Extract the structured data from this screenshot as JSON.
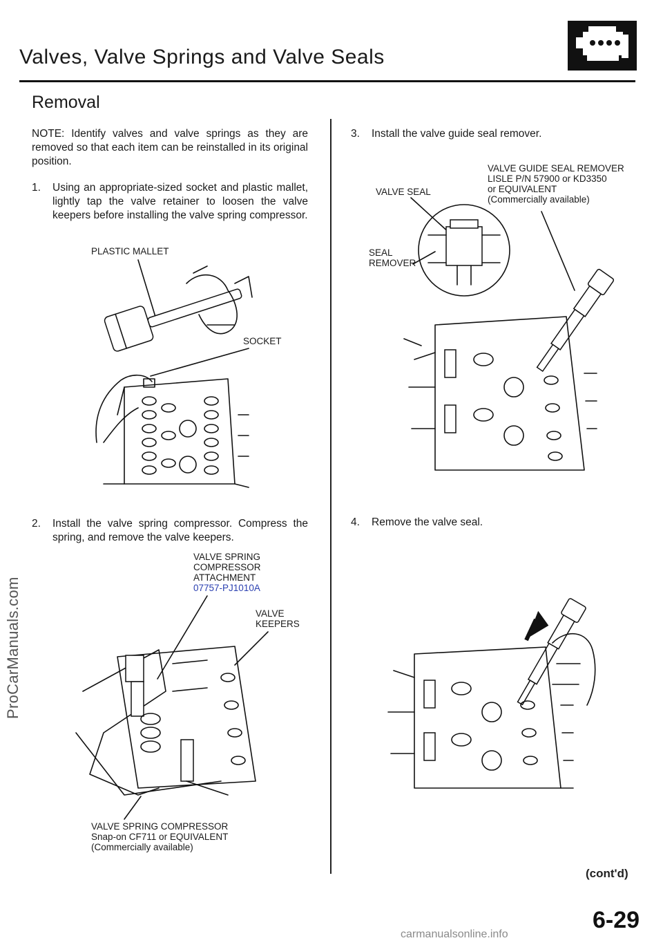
{
  "header": {
    "title": "Valves, Valve Springs and Valve Seals",
    "section": "Removal"
  },
  "left": {
    "note": "NOTE: Identify valves and valve springs as they are removed so that each item can be reinstalled in its original position.",
    "step1": {
      "num": "1.",
      "text": "Using an appropriate-sized socket and plastic mallet, lightly tap the valve retainer to loosen the valve keepers before installing the valve spring compressor."
    },
    "fig1": {
      "label_mallet": "PLASTIC MALLET",
      "label_socket": "SOCKET"
    },
    "step2": {
      "num": "2.",
      "text": "Install the valve spring compressor. Compress the spring, and remove the valve keepers."
    },
    "fig2": {
      "attach_l1": "VALVE SPRING",
      "attach_l2": "COMPRESSOR",
      "attach_l3": "ATTACHMENT",
      "attach_pn": "07757-PJ1010A",
      "keep_l1": "VALVE",
      "keep_l2": "KEEPERS",
      "comp_l1": "VALVE SPRING COMPRESSOR",
      "comp_l2": "Snap-on CF711 or EQUIVALENT",
      "comp_l3": "(Commercially available)"
    }
  },
  "right": {
    "step3": {
      "num": "3.",
      "text": "Install the valve guide seal remover."
    },
    "fig3": {
      "rem_l1": "VALVE GUIDE SEAL REMOVER",
      "rem_l2": "LISLE P/N 57900 or KD3350",
      "rem_l3": "or EQUIVALENT",
      "rem_l4": "(Commercially available)",
      "valve_seal": "VALVE SEAL",
      "seal_l1": "SEAL",
      "seal_l2": "REMOVER"
    },
    "step4": {
      "num": "4.",
      "text": "Remove the valve seal."
    }
  },
  "footer": {
    "cont": "(cont'd)",
    "page": "6-29",
    "watermark_side": "ProCarManuals.com",
    "watermark_bottom": "carmanualsonline.info"
  },
  "icons": {
    "section_icon": "engine-icon"
  }
}
